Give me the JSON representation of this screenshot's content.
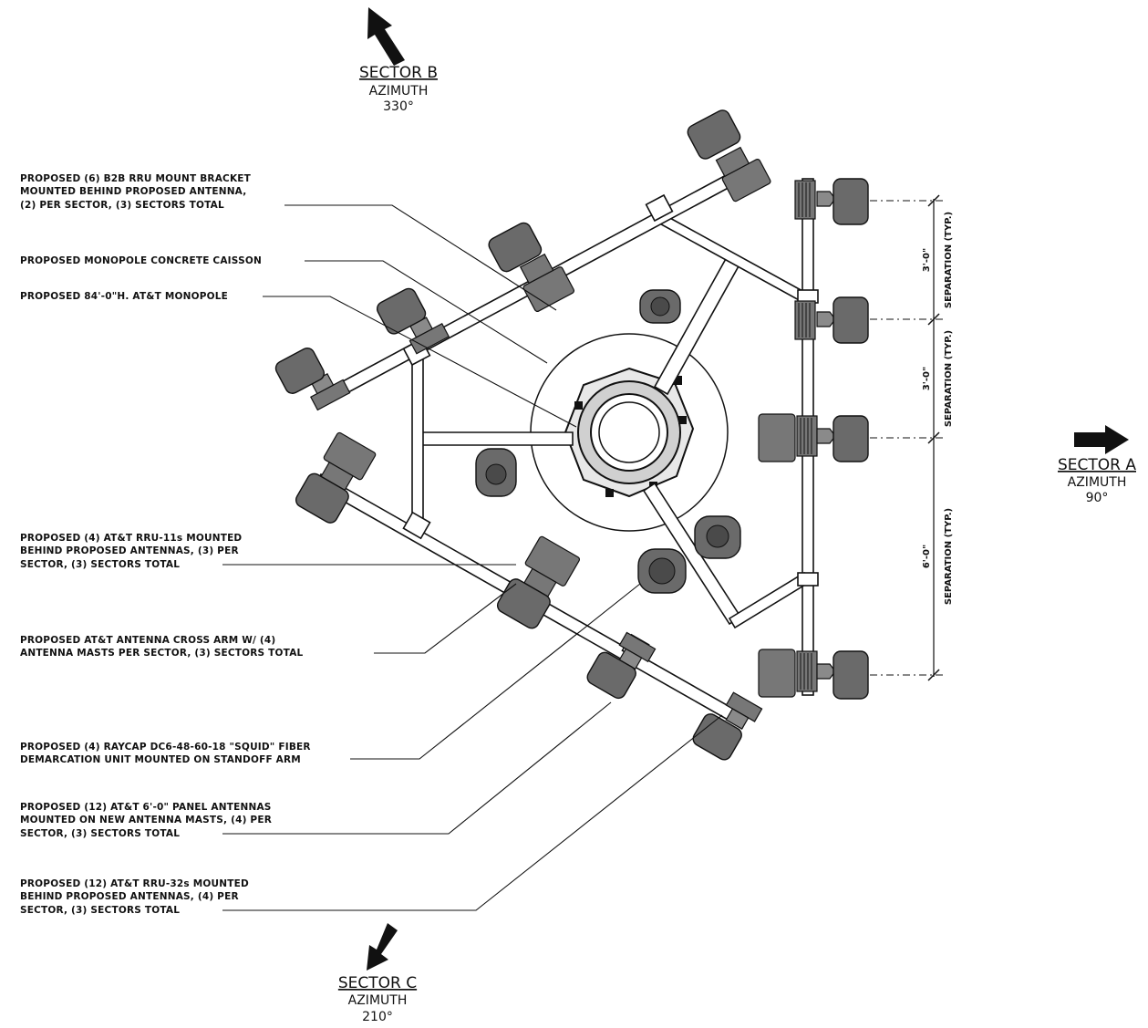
{
  "sectors": {
    "a": {
      "title": "SECTOR A",
      "azimuth_label": "AZIMUTH",
      "azimuth_value": "90°"
    },
    "b": {
      "title": "SECTOR B",
      "azimuth_label": "AZIMUTH",
      "azimuth_value": "330°"
    },
    "c": {
      "title": "SECTOR C",
      "azimuth_label": "AZIMUTH",
      "azimuth_value": "210°"
    }
  },
  "callouts": [
    {
      "lines": [
        "PROPOSED (6) B2B RRU MOUNT BRACKET",
        "MOUNTED BEHIND PROPOSED ANTENNA,",
        "(2) PER SECTOR, (3) SECTORS TOTAL"
      ]
    },
    {
      "lines": [
        "PROPOSED MONOPOLE CONCRETE CAISSON"
      ]
    },
    {
      "lines": [
        "PROPOSED 84'-0\"H. AT&T MONOPOLE"
      ]
    },
    {
      "lines": [
        "PROPOSED (4) AT&T RRU-11s MOUNTED",
        "BEHIND PROPOSED ANTENNAS, (3) PER",
        "SECTOR, (3) SECTORS TOTAL"
      ]
    },
    {
      "lines": [
        "PROPOSED AT&T ANTENNA CROSS ARM W/ (4)",
        "ANTENNA MASTS PER SECTOR, (3) SECTORS TOTAL"
      ]
    },
    {
      "lines": [
        "PROPOSED (4) RAYCAP DC6-48-60-18 \"SQUID\" FIBER",
        "DEMARCATION UNIT MOUNTED ON STANDOFF ARM"
      ]
    },
    {
      "lines": [
        "PROPOSED (12) AT&T 6'-0\" PANEL ANTENNAS",
        "MOUNTED ON NEW ANTENNA MASTS, (4) PER",
        "SECTOR, (3) SECTORS TOTAL"
      ]
    },
    {
      "lines": [
        "PROPOSED (12) AT&T RRU-32s MOUNTED",
        "BEHIND PROPOSED ANTENNAS, (4) PER",
        "SECTOR, (3) SECTORS TOTAL"
      ]
    }
  ],
  "dimensions": [
    {
      "value": "3'-0\"",
      "note": "SEPARATION (TYP.)"
    },
    {
      "value": "3'-0\"",
      "note": "SEPARATION (TYP.)"
    },
    {
      "value": "6'-0\"",
      "note": "SEPARATION (TYP.)"
    }
  ],
  "colors": {
    "line": "#111111",
    "equipment_fill": "#6a6a6a",
    "background": "#ffffff"
  }
}
